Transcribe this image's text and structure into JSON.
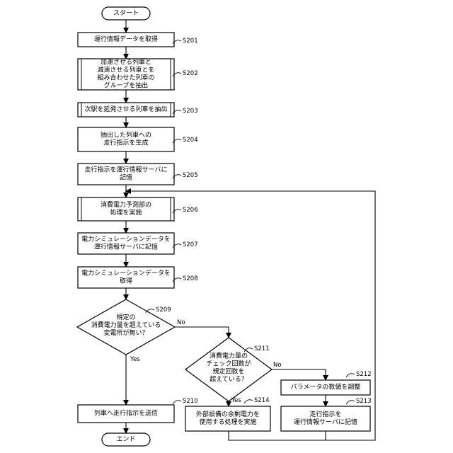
{
  "flowchart": {
    "start": "スタート",
    "end": "エンド",
    "steps": [
      {
        "id": "S201",
        "lines": [
          "運行情報データを取得"
        ]
      },
      {
        "id": "S202",
        "lines": [
          "加速させる列車と",
          "減速させる列車とを",
          "組み合わせた列車の",
          "グループを抽出"
        ]
      },
      {
        "id": "S203",
        "lines": [
          "次駅を延発させる列車を抽出"
        ]
      },
      {
        "id": "S204",
        "lines": [
          "抽出した列車への",
          "走行指示を生成"
        ]
      },
      {
        "id": "S205",
        "lines": [
          "走行指示を運行情報サーバに",
          "記憶"
        ]
      },
      {
        "id": "S206",
        "lines": [
          "消費電力予測部の",
          "処理を実施"
        ]
      },
      {
        "id": "S207",
        "lines": [
          "電力シミュレーションデータを",
          "運行情報サーバに記憶"
        ]
      },
      {
        "id": "S208",
        "lines": [
          "電力シミュレーションデータを",
          "取得"
        ]
      },
      {
        "id": "S210",
        "lines": [
          "列車へ走行指示を送信"
        ]
      },
      {
        "id": "S212",
        "lines": [
          "パラメータの数値を調整"
        ]
      },
      {
        "id": "S213",
        "lines": [
          "走行指示を",
          "運行情報サーバに記憶"
        ]
      },
      {
        "id": "S214",
        "lines": [
          "外部設備の余剰電力を",
          "使用する処理を実施"
        ]
      }
    ],
    "decisions": [
      {
        "id": "S209",
        "lines": [
          "規定の",
          "消費電力量を超えている",
          "変電所が無い？"
        ],
        "yes": "Yes",
        "no": "No"
      },
      {
        "id": "S211",
        "lines": [
          "消費電力量の",
          "チェック回数が",
          "規定回数を",
          "超えている？"
        ],
        "yes": "Yes",
        "no": "No"
      }
    ]
  }
}
